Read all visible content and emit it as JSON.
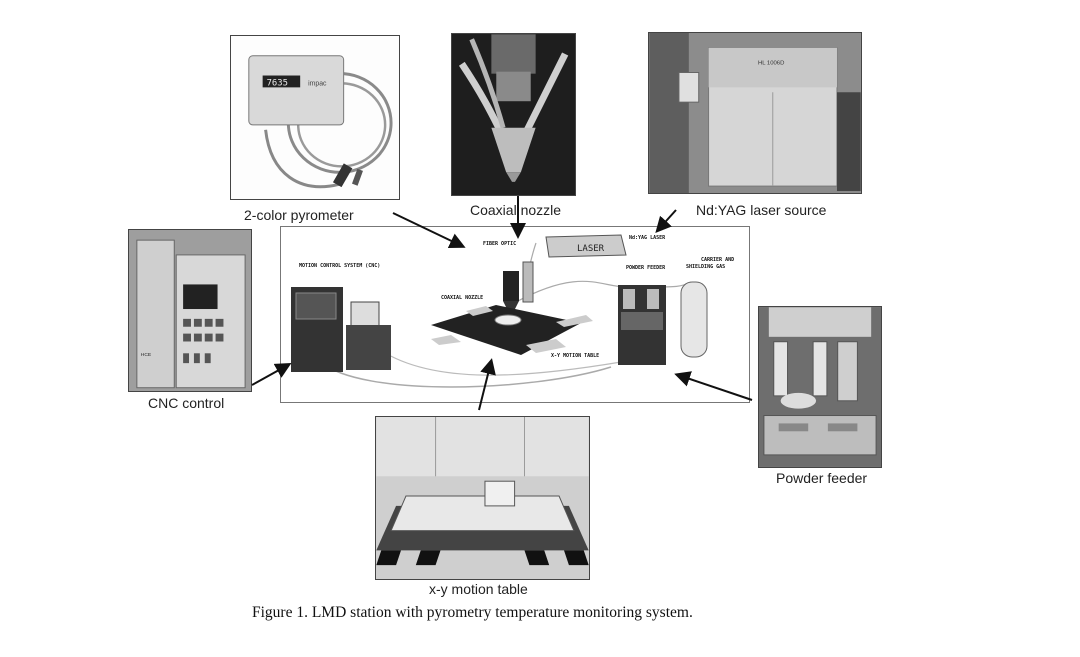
{
  "figure": {
    "caption": "Figure 1. LMD station with pyrometry temperature monitoring system."
  },
  "photos": {
    "pyrometer": {
      "label": "2-color pyrometer",
      "display_text": "7635",
      "brand_text": "impac"
    },
    "nozzle": {
      "label": "Coaxial nozzle"
    },
    "laser": {
      "label": "Nd:YAG laser source",
      "brand_text": "HL 1006D"
    },
    "cnc": {
      "label": "CNC control",
      "panel_text": "HCE"
    },
    "powder": {
      "label": "Powder feeder"
    },
    "motion": {
      "label": "x-y motion table"
    }
  },
  "schematic": {
    "labels": {
      "motion_control": "MOTION CONTROL SYSTEM (CNC)",
      "fiber_optic": "FIBER OPTIC",
      "ndyag": "Nd:YAG LASER",
      "laser_box": "LASER",
      "powder_feeder": "POWDER FEEDER",
      "carrier_gas_1": "CARRIER AND",
      "carrier_gas_2": "SHIELDING GAS",
      "coaxial_nozzle": "COAXIAL NOZZLE",
      "xy_table": "X-Y MOTION TABLE"
    }
  },
  "colors": {
    "arrow": "#111111",
    "frame": "#555555"
  }
}
